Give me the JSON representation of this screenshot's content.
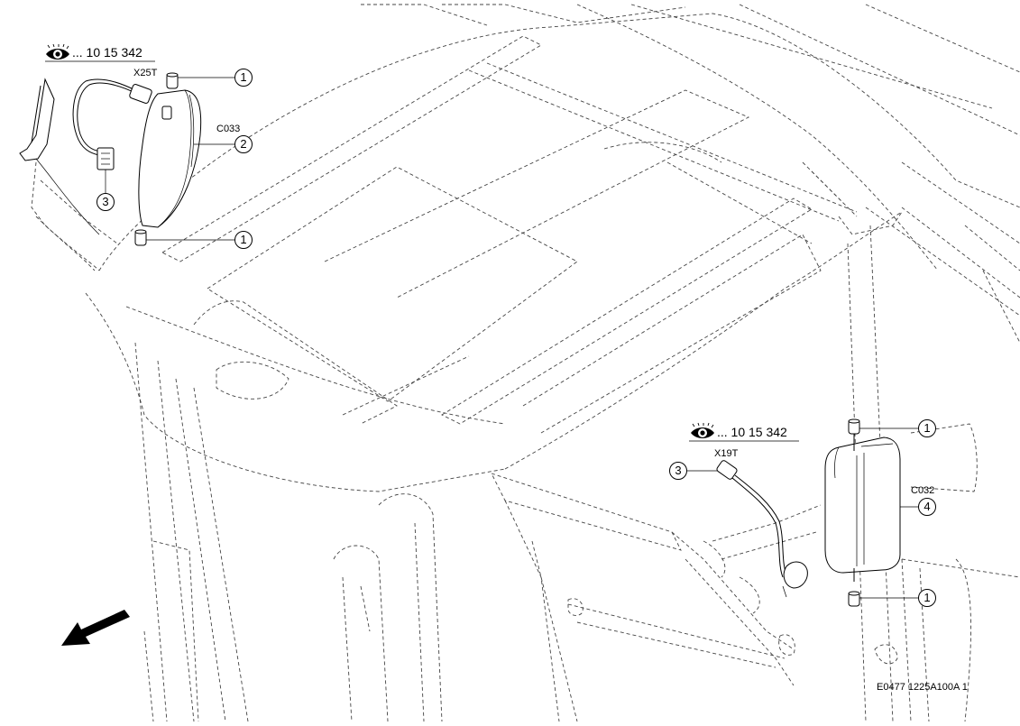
{
  "view_refs": {
    "left": "... 10 15 342",
    "right": "... 10 15 342"
  },
  "connectors": {
    "left": "X25T",
    "right": "X19T"
  },
  "components": {
    "left": "C033",
    "right": "C032"
  },
  "callouts": {
    "left_top": "1",
    "left_mirror": "2",
    "left_bottom": "1",
    "left_harness": "3",
    "right_harness": "3",
    "right_top": "1",
    "right_mirror": "4",
    "right_bottom": "1"
  },
  "document_code": "E0477 1225A100A 1",
  "icons": {
    "view_ref": "eye-icon",
    "direction": "direction-arrow-icon"
  }
}
